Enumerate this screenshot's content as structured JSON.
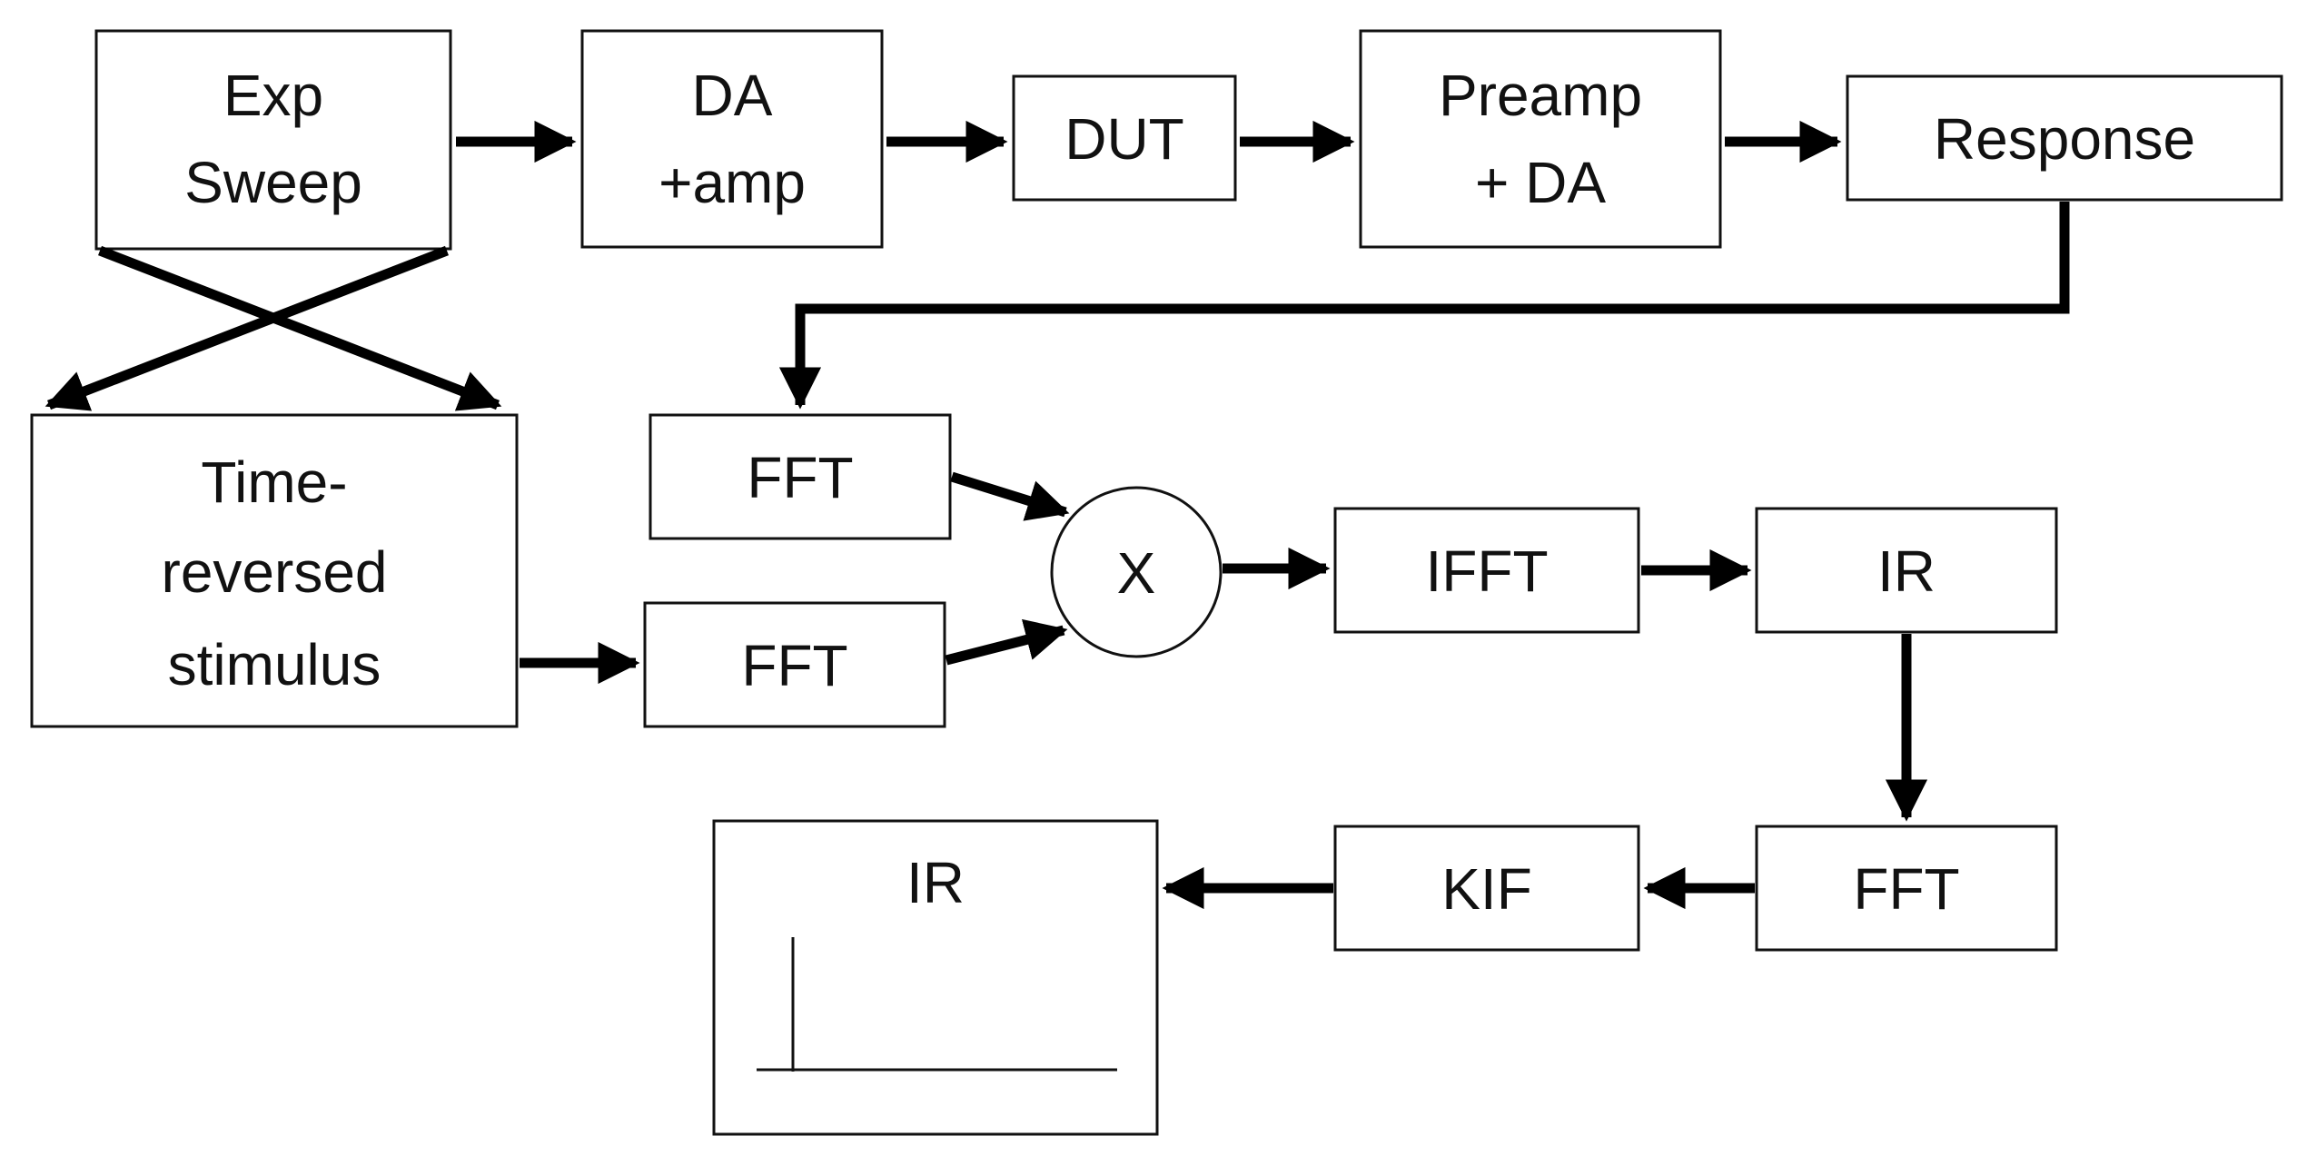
{
  "blocks": {
    "exp_sweep": [
      "Exp",
      "Sweep"
    ],
    "da_amp": [
      "DA",
      "+amp"
    ],
    "dut": "DUT",
    "preamp_da": [
      "Preamp",
      "+ DA"
    ],
    "response": "Response",
    "time_reversed": [
      "Time-",
      "reversed",
      "stimulus"
    ],
    "fft_top": "FFT",
    "fft_bottom": "FFT",
    "multiply": "X",
    "ifft": "IFFT",
    "ir_mid": "IR",
    "fft_right": "FFT",
    "kif": "KIF",
    "ir_output": "IR"
  },
  "colors": {
    "line": "#000000",
    "box_stroke": "#111111",
    "background": "#ffffff"
  }
}
